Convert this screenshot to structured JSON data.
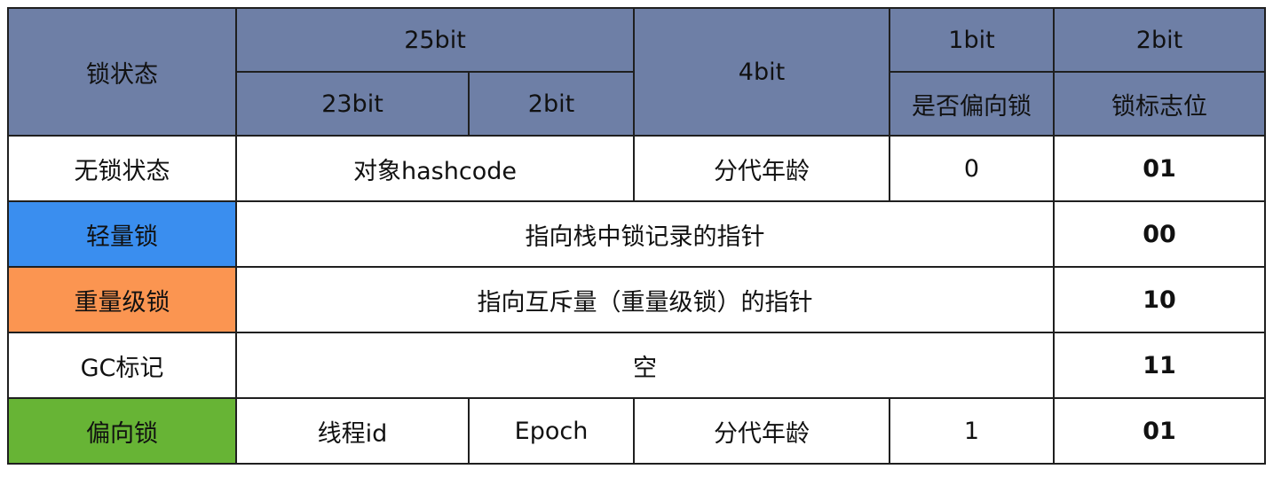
{
  "header": {
    "state_label": "锁状态",
    "bits_25": "25bit",
    "bits_4": "4bit",
    "bits_1": "1bit",
    "bits_2": "2bit",
    "bits_23": "23bit",
    "bits_2_sub": "2bit",
    "biased_flag": "是否偏向锁",
    "lock_flag": "锁标志位"
  },
  "rows": {
    "unlocked": {
      "state": "无锁状态",
      "hashcode": "对象hashcode",
      "age": "分代年龄",
      "biased": "0",
      "flag": "01"
    },
    "lightweight": {
      "state": "轻量锁",
      "content": "指向栈中锁记录的指针",
      "flag": "00"
    },
    "heavyweight": {
      "state": "重量级锁",
      "content": "指向互斥量（重量级锁）的指针",
      "flag": "10"
    },
    "gc": {
      "state": "GC标记",
      "content": "空",
      "flag": "11"
    },
    "biased": {
      "state": "偏向锁",
      "thread_id": "线程id",
      "epoch": "Epoch",
      "age": "分代年龄",
      "biased": "1",
      "flag": "01"
    }
  },
  "colors": {
    "header_bg": "#6e7fa6",
    "lightweight_bg": "#3a8eef",
    "heavyweight_bg": "#fb9551",
    "biased_bg": "#67b435",
    "flag_text": "#b3561a"
  }
}
